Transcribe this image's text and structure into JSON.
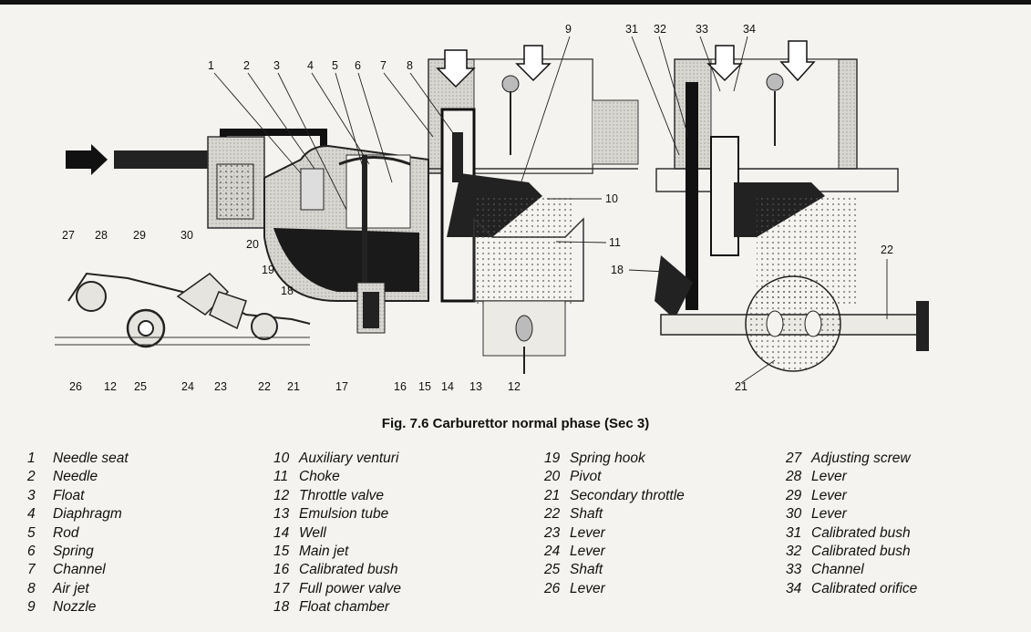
{
  "figure": {
    "caption": "Fig. 7.6 Carburettor normal phase (Sec 3)",
    "callouts": [
      "1",
      "2",
      "3",
      "4",
      "5",
      "6",
      "7",
      "8",
      "9",
      "31",
      "32",
      "33",
      "34",
      "10",
      "11",
      "18",
      "22",
      "27",
      "28",
      "29",
      "30",
      "20",
      "19",
      "18",
      "26",
      "12",
      "25",
      "24",
      "23",
      "22",
      "21",
      "17",
      "16",
      "15",
      "14",
      "13",
      "12",
      "21"
    ]
  },
  "legend": [
    {
      "num": "1",
      "label": "Needle seat"
    },
    {
      "num": "2",
      "label": "Needle"
    },
    {
      "num": "3",
      "label": "Float"
    },
    {
      "num": "4",
      "label": "Diaphragm"
    },
    {
      "num": "5",
      "label": "Rod"
    },
    {
      "num": "6",
      "label": "Spring"
    },
    {
      "num": "7",
      "label": "Channel"
    },
    {
      "num": "8",
      "label": "Air jet"
    },
    {
      "num": "9",
      "label": "Nozzle"
    },
    {
      "num": "10",
      "label": "Auxiliary venturi"
    },
    {
      "num": "11",
      "label": "Choke"
    },
    {
      "num": "12",
      "label": "Throttle valve"
    },
    {
      "num": "13",
      "label": "Emulsion tube"
    },
    {
      "num": "14",
      "label": "Well"
    },
    {
      "num": "15",
      "label": "Main jet"
    },
    {
      "num": "16",
      "label": "Calibrated bush"
    },
    {
      "num": "17",
      "label": "Full power valve"
    },
    {
      "num": "18",
      "label": "Float chamber"
    },
    {
      "num": "19",
      "label": "Spring hook"
    },
    {
      "num": "20",
      "label": "Pivot"
    },
    {
      "num": "21",
      "label": "Secondary throttle"
    },
    {
      "num": "22",
      "label": "Shaft"
    },
    {
      "num": "23",
      "label": "Lever"
    },
    {
      "num": "24",
      "label": "Lever"
    },
    {
      "num": "25",
      "label": "Shaft"
    },
    {
      "num": "26",
      "label": "Lever"
    },
    {
      "num": "27",
      "label": "Adjusting screw"
    },
    {
      "num": "28",
      "label": "Lever"
    },
    {
      "num": "29",
      "label": "Lever"
    },
    {
      "num": "30",
      "label": "Lever"
    },
    {
      "num": "31",
      "label": "Calibrated bush"
    },
    {
      "num": "32",
      "label": "Calibrated bush"
    },
    {
      "num": "33",
      "label": "Channel"
    },
    {
      "num": "34",
      "label": "Calibrated orifice"
    }
  ]
}
